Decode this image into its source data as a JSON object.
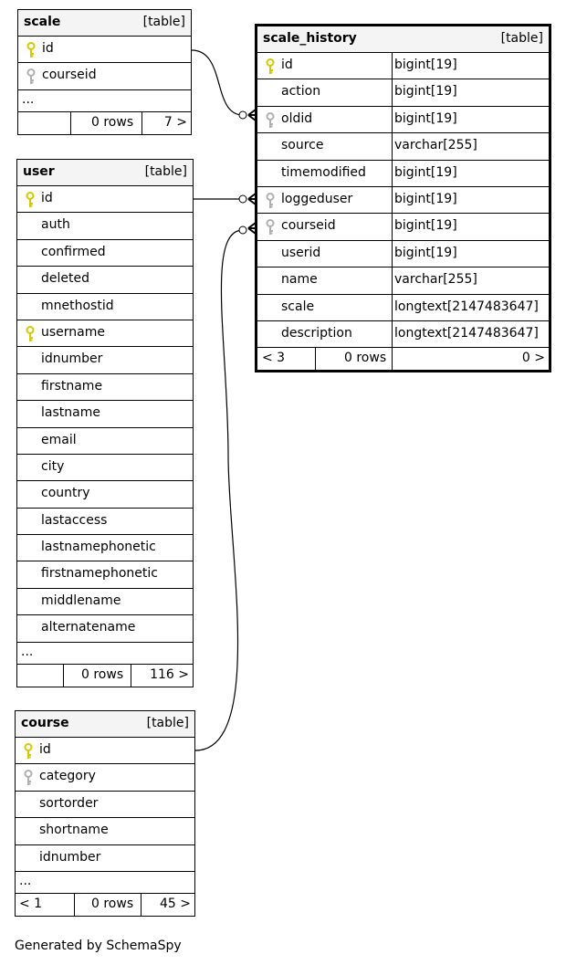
{
  "scale": {
    "title": "scale",
    "kind": "[table]",
    "columns": [
      {
        "name": "id",
        "key": "primary"
      },
      {
        "name": "courseid",
        "key": "foreign"
      }
    ],
    "ellipsis": "...",
    "footer": {
      "left": "",
      "rows": "0 rows",
      "right": "7 >"
    }
  },
  "user": {
    "title": "user",
    "kind": "[table]",
    "columns": [
      {
        "name": "id",
        "key": "primary"
      },
      {
        "name": "auth",
        "key": ""
      },
      {
        "name": "confirmed",
        "key": ""
      },
      {
        "name": "deleted",
        "key": ""
      },
      {
        "name": "mnethostid",
        "key": ""
      },
      {
        "name": "username",
        "key": "primary"
      },
      {
        "name": "idnumber",
        "key": ""
      },
      {
        "name": "firstname",
        "key": ""
      },
      {
        "name": "lastname",
        "key": ""
      },
      {
        "name": "email",
        "key": ""
      },
      {
        "name": "city",
        "key": ""
      },
      {
        "name": "country",
        "key": ""
      },
      {
        "name": "lastaccess",
        "key": ""
      },
      {
        "name": "lastnamephonetic",
        "key": ""
      },
      {
        "name": "firstnamephonetic",
        "key": ""
      },
      {
        "name": "middlename",
        "key": ""
      },
      {
        "name": "alternatename",
        "key": ""
      }
    ],
    "ellipsis": "...",
    "footer": {
      "left": "",
      "rows": "0 rows",
      "right": "116 >"
    }
  },
  "course": {
    "title": "course",
    "kind": "[table]",
    "columns": [
      {
        "name": "id",
        "key": "primary"
      },
      {
        "name": "category",
        "key": "foreign"
      },
      {
        "name": "sortorder",
        "key": ""
      },
      {
        "name": "shortname",
        "key": ""
      },
      {
        "name": "idnumber",
        "key": ""
      }
    ],
    "ellipsis": "...",
    "footer": {
      "left": "< 1",
      "rows": "0 rows",
      "right": "45 >"
    }
  },
  "scale_history": {
    "title": "scale_history",
    "kind": "[table]",
    "columns": [
      {
        "name": "id",
        "type": "bigint[19]",
        "key": "primary"
      },
      {
        "name": "action",
        "type": "bigint[19]",
        "key": ""
      },
      {
        "name": "oldid",
        "type": "bigint[19]",
        "key": "foreign"
      },
      {
        "name": "source",
        "type": "varchar[255]",
        "key": ""
      },
      {
        "name": "timemodified",
        "type": "bigint[19]",
        "key": ""
      },
      {
        "name": "loggeduser",
        "type": "bigint[19]",
        "key": "foreign"
      },
      {
        "name": "courseid",
        "type": "bigint[19]",
        "key": "foreign"
      },
      {
        "name": "userid",
        "type": "bigint[19]",
        "key": ""
      },
      {
        "name": "name",
        "type": "varchar[255]",
        "key": ""
      },
      {
        "name": "scale",
        "type": "longtext[2147483647]",
        "key": ""
      },
      {
        "name": "description",
        "type": "longtext[2147483647]",
        "key": ""
      }
    ],
    "footer": {
      "left": "< 3",
      "rows": "0 rows",
      "right": "0 >"
    }
  },
  "credit": "Generated by SchemaSpy",
  "colors": {
    "primary_key": "#d4c800",
    "foreign_key": "#b0b0b0"
  }
}
